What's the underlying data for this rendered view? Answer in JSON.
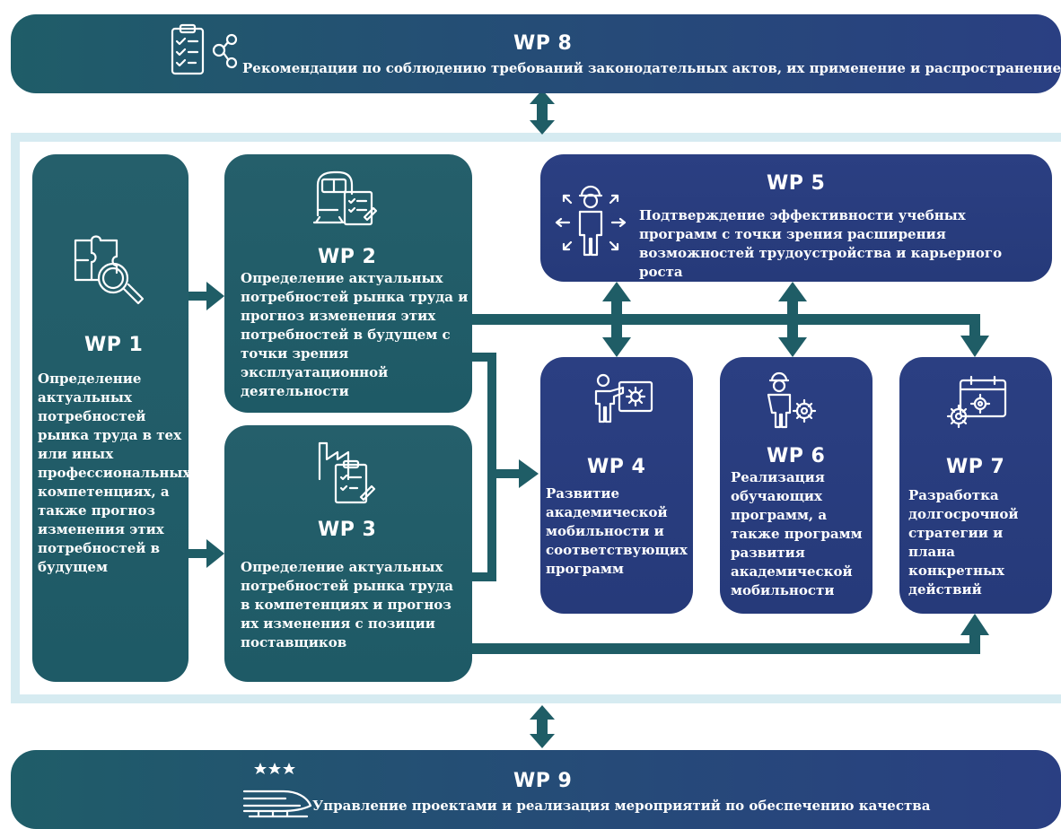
{
  "wp8": {
    "title": "WP 8",
    "text": "Рекомендации по соблюдению требований законодательных актов, их применение и распространение"
  },
  "wp1": {
    "title": "WP 1",
    "text": "Определение актуальных потребностей рынка труда в тех или иных профессиональных компетенциях, а также прогноз изменения этих потребностей в будущем"
  },
  "wp2": {
    "title": "WP 2",
    "text": "Определение актуальных потребностей рынка труда и прогноз изменения этих потребностей в будущем с точки зрения эксплуатационной деятельности"
  },
  "wp3": {
    "title": "WP 3",
    "text": "Определение актуальных потребностей рынка труда в компетенциях и прогноз их изменения с позиции поставщиков"
  },
  "wp4": {
    "title": "WP 4",
    "text": "Развитие академической мобильности и соответствующих программ"
  },
  "wp5": {
    "title": "WP 5",
    "text": "Подтверждение эффективности учебных программ с точки зрения расширения возможностей трудоустройства и карьерного роста"
  },
  "wp6": {
    "title": "WP 6",
    "text": "Реализация обучающих программ, а также программ развития академической мобильности"
  },
  "wp7": {
    "title": "WP 7",
    "text": "Разработка долгосрочной стратегии и плана конкретных действий"
  },
  "wp9": {
    "title": "WP 9",
    "text": "Управление проектами и реализация мероприятий по обеспечению качества"
  },
  "colors": {
    "teal": "#255f6b",
    "navy": "#2b3f82",
    "frame": "#d6ebf1"
  }
}
